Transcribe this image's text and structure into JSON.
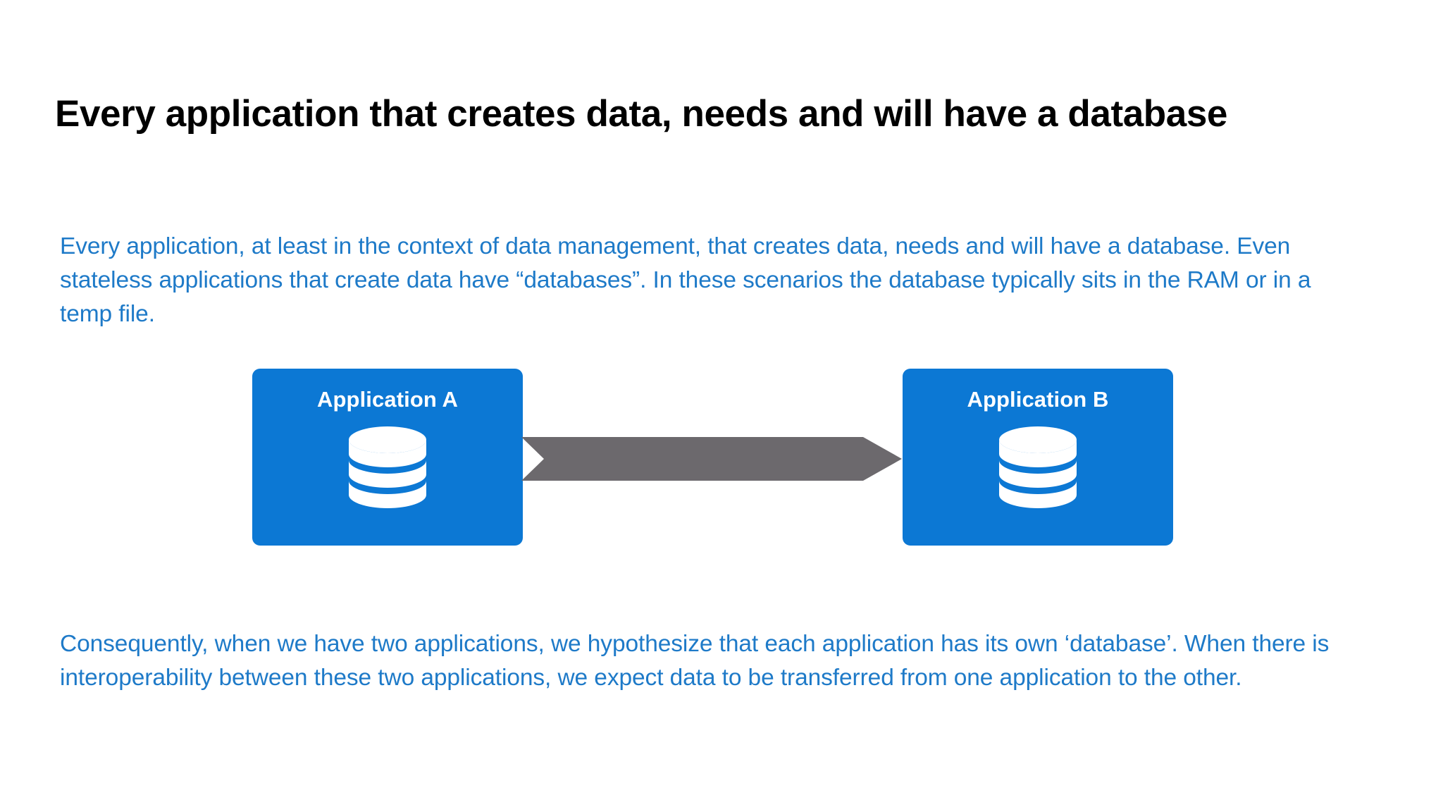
{
  "slide": {
    "title": "Every application that creates data, needs and will have a database",
    "background_color": "#ffffff",
    "title_color": "#000000",
    "body_text_color": "#1e7ac8",
    "accent_blue": "#0c78d4",
    "arrow_gray": "#6c696d"
  },
  "paragraphs": {
    "top": "Every application, at least in the context of data management, that creates data, needs and will have a database. Even stateless applications that create data have “databases”. In these scenarios the database typically sits in the RAM or in a temp file.",
    "bottom": "Consequently, when we have two applications, we hypothesize that each application has its own ‘database’. When there is interoperability between these two applications, we expect data to be transferred from one application to the other."
  },
  "diagram": {
    "type": "flow",
    "nodes": [
      {
        "id": "app-a",
        "label": "Application A",
        "icon": "database-icon",
        "fill": "#0c78d4",
        "text_color": "#ffffff"
      },
      {
        "id": "app-b",
        "label": "Application B",
        "icon": "database-icon",
        "fill": "#0c78d4",
        "text_color": "#ffffff"
      }
    ],
    "connector": {
      "id": "data-flow-arrow",
      "shape": "chevron-arrow",
      "direction": "left-to-right",
      "from": "app-a",
      "to": "app-b",
      "color": "#6c696d",
      "label": ""
    }
  }
}
